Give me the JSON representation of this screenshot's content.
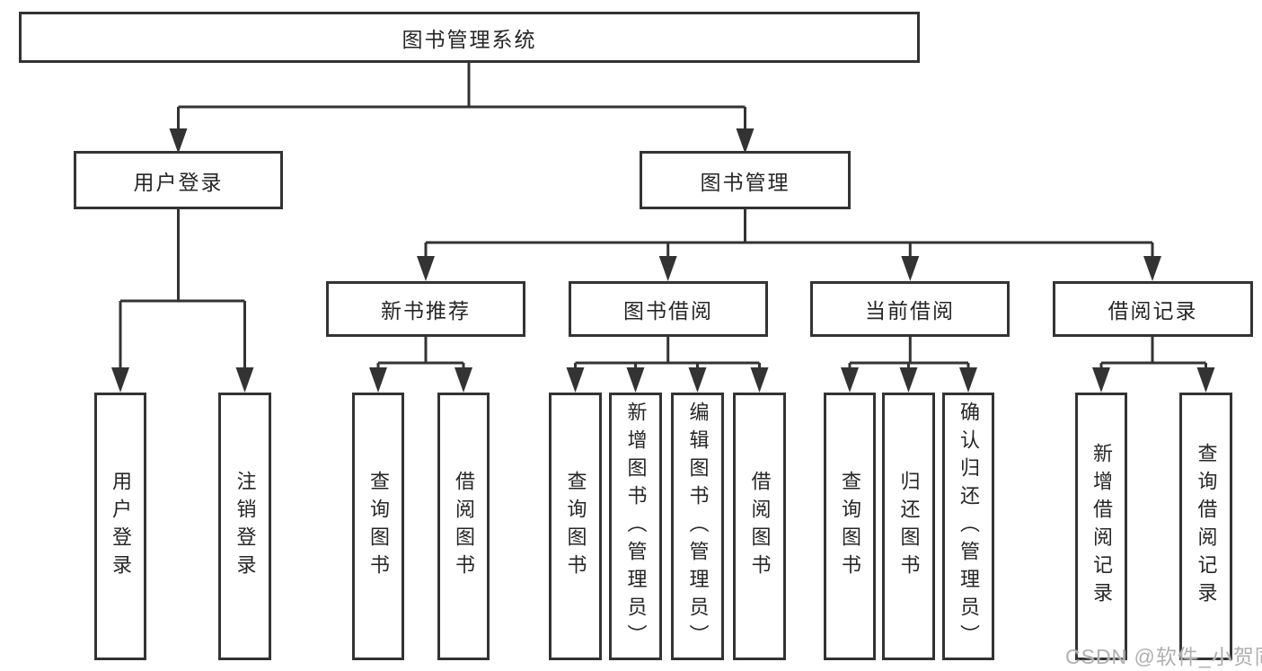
{
  "diagram": {
    "root": {
      "label": "图书管理系统"
    },
    "branches": [
      {
        "label": "用户登录",
        "leaves": [
          {
            "label": "用户登录"
          },
          {
            "label": "注销登录"
          }
        ]
      },
      {
        "label": "图书管理",
        "sections": [
          {
            "label": "新书推荐",
            "leaves": [
              {
                "label": "查询图书"
              },
              {
                "label": "借阅图书"
              }
            ]
          },
          {
            "label": "图书借阅",
            "leaves": [
              {
                "label": "查询图书"
              },
              {
                "label": "新增图书（管理员）"
              },
              {
                "label": "编辑图书（管理员）"
              },
              {
                "label": "借阅图书"
              }
            ]
          },
          {
            "label": "当前借阅",
            "leaves": [
              {
                "label": "查询图书"
              },
              {
                "label": "归还图书"
              },
              {
                "label": "确认归还（管理员）"
              }
            ]
          },
          {
            "label": "借阅记录",
            "leaves": [
              {
                "label": "新增借阅记录"
              },
              {
                "label": "查询借阅记录"
              }
            ]
          }
        ]
      }
    ]
  },
  "watermark": {
    "text": "CSDN @软件_小贺同学"
  },
  "colors": {
    "line": "#333333",
    "box_border": "#333333",
    "text": "#262626",
    "watermark": "#b0b0b0",
    "background": "#ffffff"
  }
}
